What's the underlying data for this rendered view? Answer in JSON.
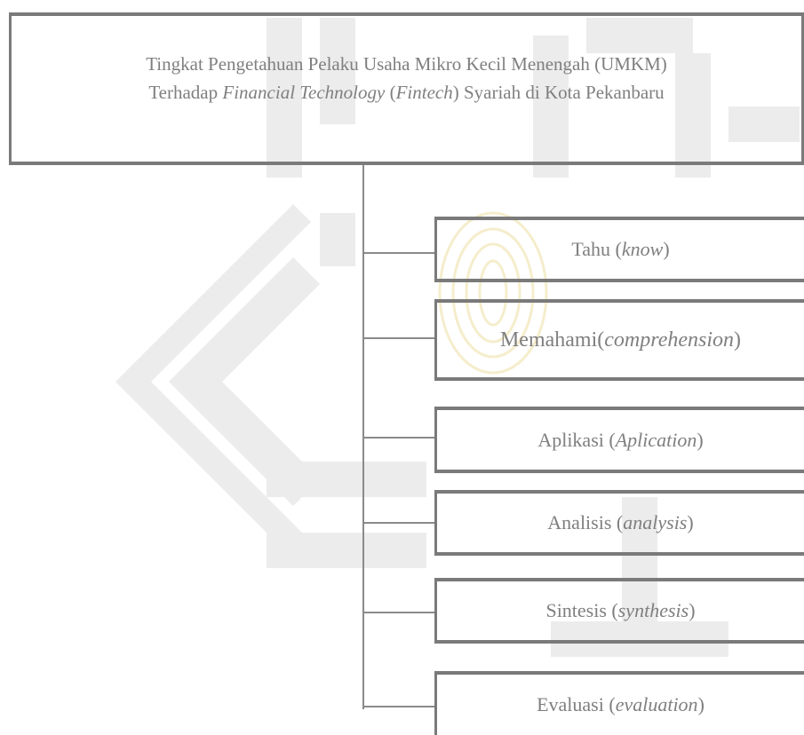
{
  "root": {
    "line1": "Tingkat Pengetahuan Pelaku Usaha Mikro Kecil Menengah (UMKM)",
    "line2_pre": "Terhadap ",
    "line2_italic1": "Financial Technology",
    "line2_mid": " (",
    "line2_italic2": "Fintech",
    "line2_post": ") Syariah di Kota Pekanbaru"
  },
  "children": [
    {
      "label": "Tahu (",
      "italic": "know",
      "suffix": ")"
    },
    {
      "label": "Memahami(",
      "italic": "comprehension",
      "suffix": ")"
    },
    {
      "label": "Aplikasi (",
      "italic": "Aplication",
      "suffix": ")"
    },
    {
      "label": "Analisis (",
      "italic": "analysis",
      "suffix": ")"
    },
    {
      "label": "Sintesis (",
      "italic": "synthesis",
      "suffix": ")"
    },
    {
      "label": "Evaluasi (",
      "italic": "evaluation",
      "suffix": ")"
    }
  ],
  "colors": {
    "border": "#7a7a7a",
    "text": "#7f7f7f",
    "watermark_gray": "#e8e8e8",
    "watermark_gold": "#f3e7b8"
  }
}
